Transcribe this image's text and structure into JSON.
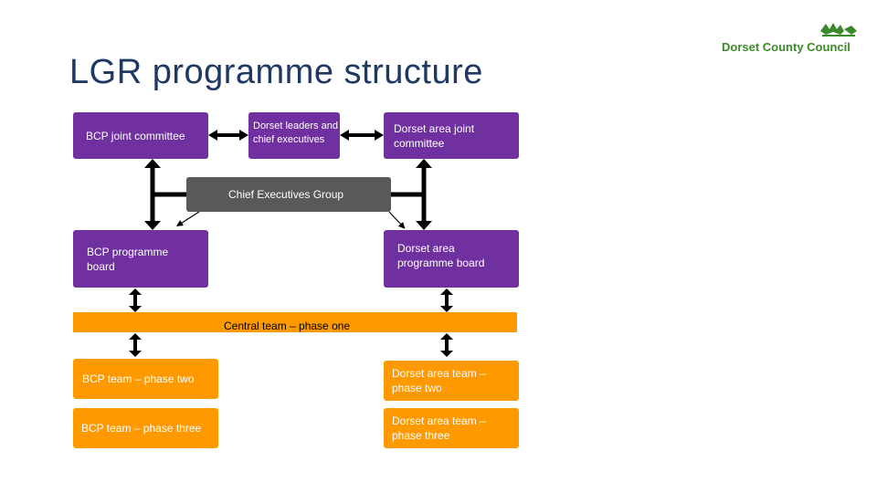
{
  "header": {
    "title": "LGR programme structure",
    "logo_text": "Dorset County Council",
    "logo_icon": "dorset-council-crest-icon"
  },
  "diagram": {
    "bcp_joint_committee": "BCP joint committee",
    "dorset_leaders": "Dorset leaders and chief executives",
    "dorset_area_joint_committee": "Dorset area joint committee",
    "chief_executives_group": "Chief Executives Group",
    "bcp_programme_board": "BCP programme board",
    "dorset_area_programme_board": "Dorset area programme board",
    "central_team": "Central team – phase one",
    "bcp_team_phase_two": "BCP team – phase two",
    "dorset_team_phase_two": "Dorset area team – phase two",
    "bcp_team_phase_three": "BCP team – phase three",
    "dorset_team_phase_three": "Dorset area team – phase three"
  },
  "colors": {
    "purple": "#7030a0",
    "gray": "#595959",
    "orange": "#ff9900",
    "title": "#1f3864",
    "logo_green": "#3a8a2a"
  }
}
